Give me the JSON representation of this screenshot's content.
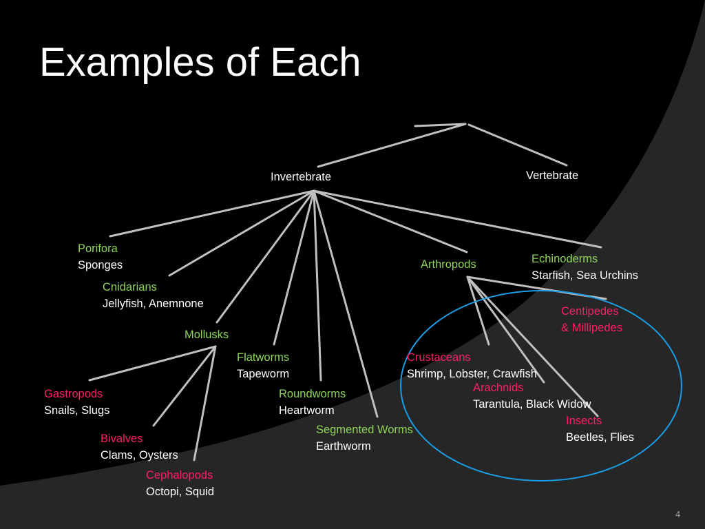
{
  "slide": {
    "title": "Examples of Each",
    "number": "4"
  },
  "colors": {
    "background": "#000000",
    "swoosh": "#262626",
    "line": "#c0c0c0",
    "group_label": "#8fd45a",
    "subgroup_label": "#ff1e64",
    "example_text": "#ffffff",
    "highlight_ellipse": "#1a9ee8"
  },
  "tree": {
    "invertebrate": "Invertebrate",
    "vertebrate": "Vertebrate",
    "porifora": {
      "name": "Porifora",
      "examples": "Sponges"
    },
    "cnidarians": {
      "name": "Cnidarians",
      "examples": "Jellyfish, Anemnone"
    },
    "mollusks": {
      "name": "Mollusks"
    },
    "flatworms": {
      "name": "Flatworms",
      "examples": "Tapeworm"
    },
    "roundworms": {
      "name": "Roundworms",
      "examples": "Heartworm"
    },
    "segmented_worms": {
      "name": "Segmented Worms",
      "examples": "Earthworm"
    },
    "arthropods": {
      "name": "Arthropods"
    },
    "echinoderms": {
      "name": "Echinoderms",
      "examples": "Starfish, Sea Urchins"
    },
    "gastropods": {
      "name": "Gastropods",
      "examples": "Snails, Slugs"
    },
    "bivalves": {
      "name": "Bivalves",
      "examples": "Clams, Oysters"
    },
    "cephalopods": {
      "name": "Cephalopods",
      "examples": "Octopi, Squid"
    },
    "centipedes": {
      "name_line1": "Centipedes",
      "name_line2": "& Millipedes"
    },
    "crustaceans": {
      "name": "Crustaceans",
      "examples": "Shrimp, Lobster, Crawfish"
    },
    "arachnids": {
      "name": "Arachnids",
      "examples": "Tarantula, Black Widow"
    },
    "insects": {
      "name": "Insects",
      "examples": "Beetles, Flies"
    }
  }
}
